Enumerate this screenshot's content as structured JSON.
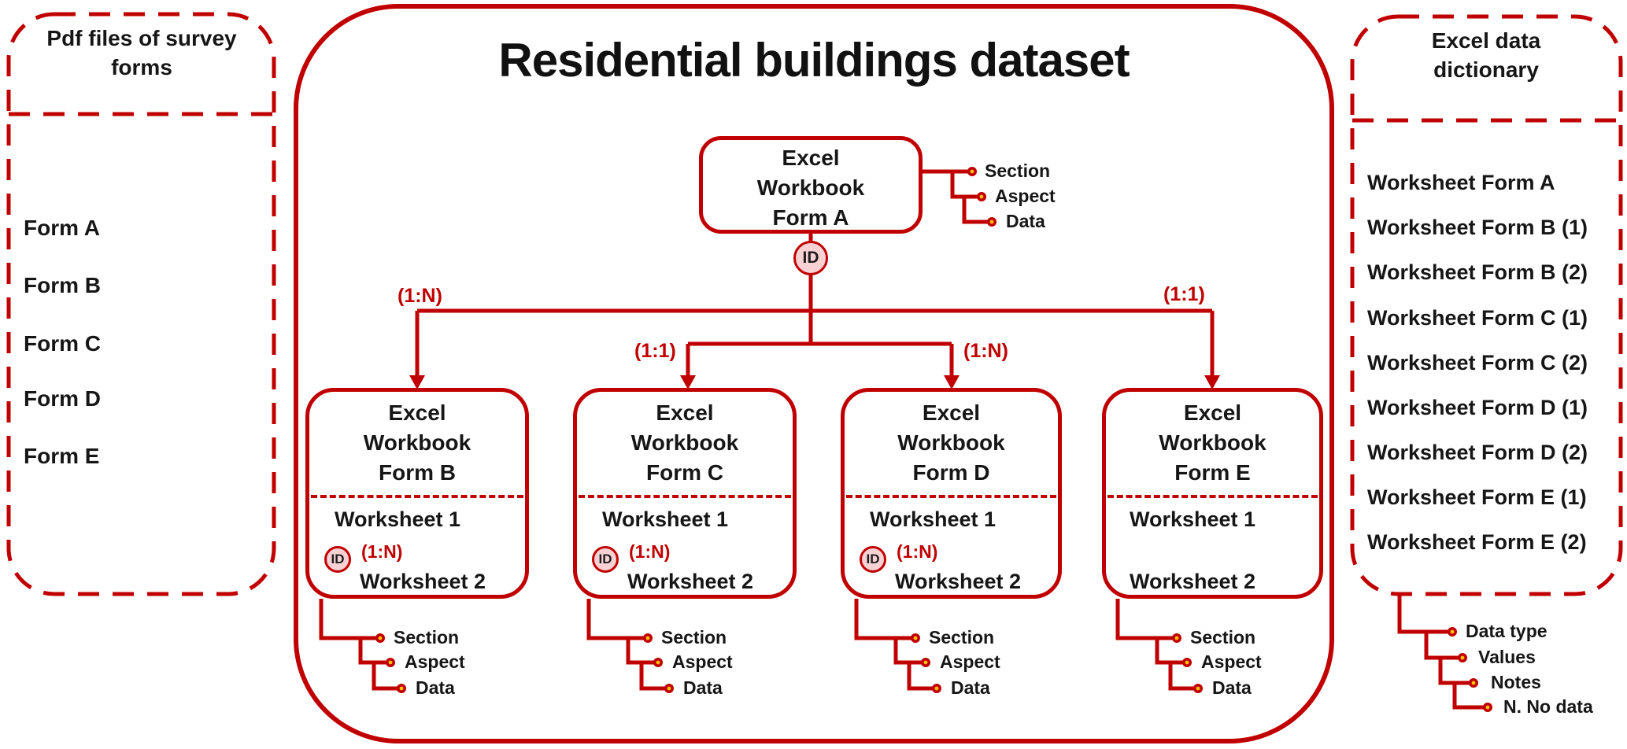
{
  "colors": {
    "accent_red": "#c00000",
    "dot_yellow": "#ffc000",
    "badge_pink": "#f7d1d4",
    "text": "#161616"
  },
  "left_panel": {
    "title": "Pdf files of survey forms",
    "items": [
      "Form A",
      "Form B",
      "Form C",
      "Form D",
      "Form E"
    ]
  },
  "center_panel": {
    "title": "Residential buildings dataset",
    "root": {
      "label": "Excel\nWorkbook\nForm A",
      "id_badge": "ID",
      "attributes": [
        "Section",
        "Aspect",
        "Data"
      ]
    },
    "children": [
      {
        "label": "Excel\nWorkbook\nForm B",
        "relation": "(1:N)",
        "sheets": [
          "Worksheet 1",
          "Worksheet 2"
        ],
        "id_badge": "ID",
        "sheet_relation": "(1:N)",
        "attributes": [
          "Section",
          "Aspect",
          "Data"
        ]
      },
      {
        "label": "Excel\nWorkbook\nForm C",
        "relation": "(1:1)",
        "sheets": [
          "Worksheet 1",
          "Worksheet 2"
        ],
        "id_badge": "ID",
        "sheet_relation": "(1:N)",
        "attributes": [
          "Section",
          "Aspect",
          "Data"
        ]
      },
      {
        "label": "Excel\nWorkbook\nForm D",
        "relation": "(1:N)",
        "sheets": [
          "Worksheet 1",
          "Worksheet 2"
        ],
        "id_badge": "ID",
        "sheet_relation": "(1:N)",
        "attributes": [
          "Section",
          "Aspect",
          "Data"
        ]
      },
      {
        "label": "Excel\nWorkbook\nForm E",
        "relation": "(1:1)",
        "sheets": [
          "Worksheet 1",
          "Worksheet 2"
        ],
        "attributes": [
          "Section",
          "Aspect",
          "Data"
        ]
      }
    ]
  },
  "right_panel": {
    "title": "Excel data dictionary",
    "items": [
      "Worksheet Form A",
      "Worksheet Form B (1)",
      "Worksheet Form B (2)",
      "Worksheet Form C (1)",
      "Worksheet Form C (2)",
      "Worksheet Form D (1)",
      "Worksheet Form D (2)",
      "Worksheet Form E (1)",
      "Worksheet Form E (2)"
    ],
    "attributes": [
      "Data type",
      "Values",
      "Notes",
      "N. No data"
    ]
  }
}
